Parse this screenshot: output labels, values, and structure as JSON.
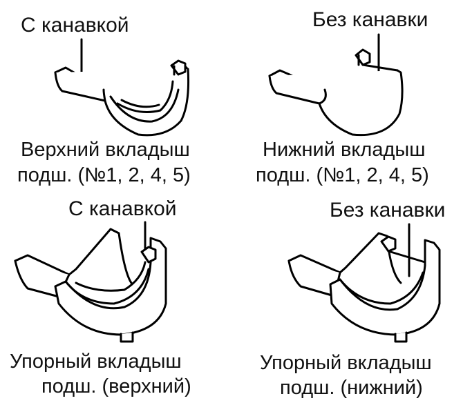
{
  "panels": {
    "top_left": {
      "callout": "С канавкой",
      "caption_line1": "Верхний вкладыш",
      "caption_line2": "подш. (№1, 2, 4, 5)"
    },
    "top_right": {
      "callout": "Без канавки",
      "caption_line1": "Нижний вкладыш",
      "caption_line2": "подш. (№1, 2, 4, 5)"
    },
    "bottom_left": {
      "callout": "С канавкой",
      "caption_line1": "Упорный вкладыш",
      "caption_line2": "подш. (верхний)"
    },
    "bottom_right": {
      "callout": "Без канавки",
      "caption_line1": "Упорный вкладыш",
      "caption_line2": "подш. (нижний)"
    }
  }
}
